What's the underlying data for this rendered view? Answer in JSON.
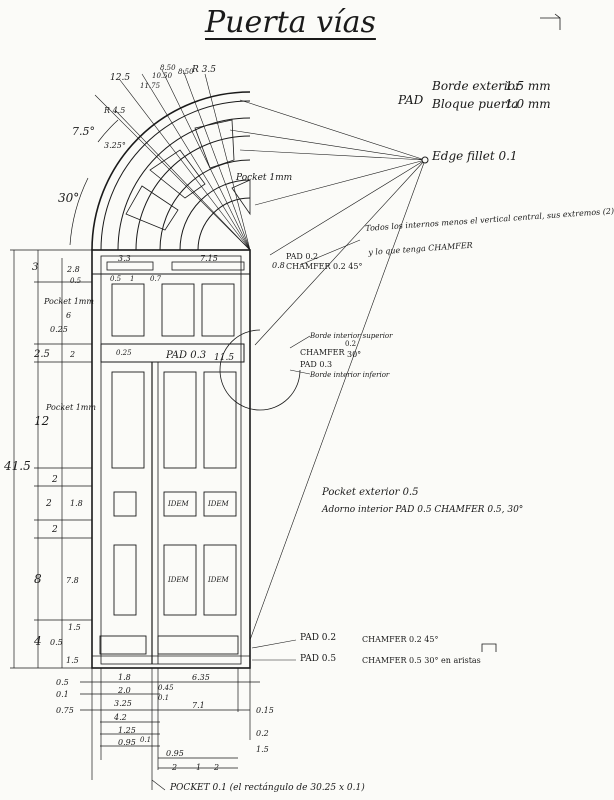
{
  "title": "Puerta vías",
  "header_notes": {
    "pad_label": "PAD",
    "borde_exterior_label": "Borde exterior",
    "borde_exterior_value": "1.5 mm",
    "bloque_puerta_label": "Bloque puerta",
    "bloque_puerta_value": "1.0 mm",
    "edge_fillet": "Edge fillet  0.1"
  },
  "arch_labels": {
    "r_outer": "R 3.5",
    "r_45": "R 4.5",
    "r_125": "12.5",
    "r_1175": "11.75",
    "r_1050": "10.50",
    "r_850a": "8.50",
    "r_850b": "8.50",
    "ang_75": "7.5°",
    "ang_325": "3.25°",
    "ang_30": "30°",
    "pocket": "Pocket 1mm"
  },
  "notes": {
    "todos_line1": "Todos los internos menos el vertical central, sus extremos (2)",
    "todos_line2": "y lo que tenga  CHAMFER",
    "pad02": "PAD 0.2",
    "chamfer02_45": "CHAMFER 0.2 45°",
    "borde_superior": "Borde interior superior",
    "borde_inferior": "Borde interior inferior",
    "chamfer": "CHAMFER",
    "chamfer_frac_top": "0.2",
    "chamfer_frac_bottom": "30°",
    "pad03": "PAD 0.3",
    "pad03_inner": "PAD 0.3",
    "pocket_exterior": "Pocket exterior  0.5",
    "adorno_interior": "Adorno interior   PAD 0.5   CHAMFER  0.5, 30°",
    "bottom_pad02": "PAD 0.2",
    "bottom_chamfer02": "CHAMFER  0.2  45°",
    "bottom_pad05": "PAD 0.5",
    "bottom_chamfer05": "CHAMFER  0.5  30°   en aristas",
    "pocket_bottom": "POCKET 0.1  (el rectángulo de 30.25 x 0.1)",
    "pocket1mm_left": "Pocket 1mm",
    "pocket1mm_left2": "Pocket 1mm",
    "idem": "IDEM"
  },
  "dims_left": [
    "3",
    "2.8",
    "0.5",
    "6",
    "0.25",
    "2.5",
    "2",
    "12",
    "41.5",
    "2",
    "2",
    "1.8",
    "2",
    "8",
    "7.8",
    "1.5",
    "4",
    "0.5",
    "1.5"
  ],
  "dims_top": [
    "3.3",
    "7.15",
    "0.5",
    "1",
    "0.7",
    "0.8",
    "11.5",
    "0.25"
  ],
  "dims_bottom": [
    "0.5",
    "0.1",
    "0.75",
    "1.8",
    "2.0",
    "3.25",
    "4.2",
    "1.25",
    "0.95",
    "0.45",
    "0.1",
    "6.35",
    "7.1",
    "0.1",
    "0.95",
    "2",
    "1",
    "2",
    "0.15",
    "0.2",
    "1.5"
  ]
}
